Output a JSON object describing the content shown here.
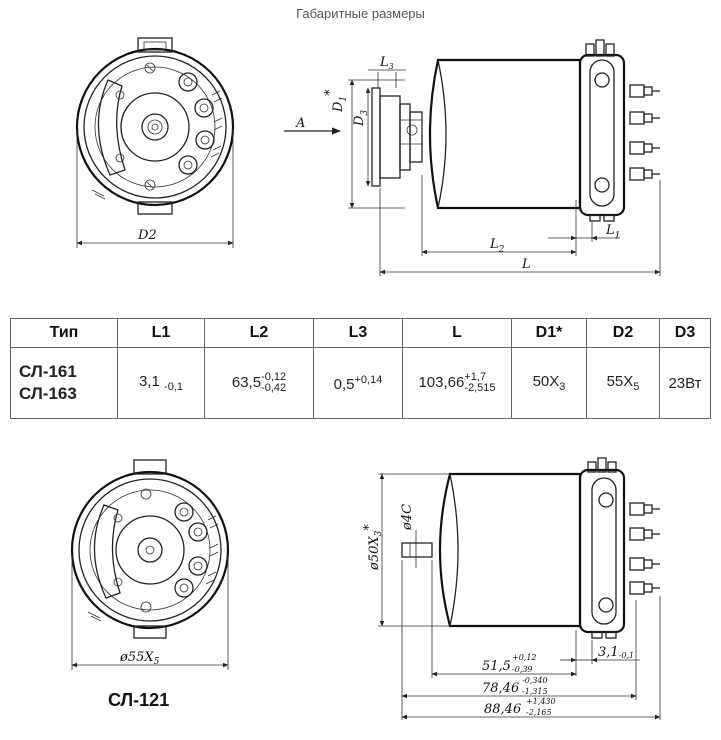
{
  "header": {
    "title": "Габаритные размеры"
  },
  "top_drawing": {
    "d2_label": "D2",
    "arrow_label": "A",
    "d1_label": "D",
    "d1_sub": "1",
    "d1_star": "*",
    "d3_label": "D",
    "d3_sub": "3",
    "l3_label": "L",
    "l3_sub": "3",
    "l2_label": "L",
    "l2_sub": "2",
    "l1_label": "L",
    "l1_sub": "1",
    "l_label": "L"
  },
  "table": {
    "headers": [
      "Тип",
      "L1",
      "L2",
      "L3",
      "L",
      "D1*",
      "D2",
      "D3"
    ],
    "row": {
      "type_line1": "СЛ-161",
      "type_line2": "СЛ-163",
      "l1_main": "3,1",
      "l1_low": "-0,1",
      "l2_main": "63,5",
      "l2_up": "-0,12",
      "l2_low": "-0,42",
      "l3_main": "0,5",
      "l3_up": "+0,14",
      "l_main": "103,66",
      "l_up": "+1,7",
      "l_low": "-2,515",
      "d1_main": "50X",
      "d1_sub": "3",
      "d2_main": "55X",
      "d2_sub": "5",
      "d3": "23Вт"
    }
  },
  "bottom_drawing": {
    "model_label": "СЛ-121",
    "d55_label": "ø55X",
    "d55_sub": "5",
    "d50_label": "ø50X",
    "d50_sub": "3",
    "d50_star": "*",
    "d4_label": "ø4C",
    "dim1_main": "51,5",
    "dim1_up": "+0,12",
    "dim1_low": "-0,39",
    "dim2_main": "78,46",
    "dim2_up": "-0,340",
    "dim2_low": "-1,315",
    "dim3_main": "88,46",
    "dim3_up": "+1,430",
    "dim3_low": "-2,165",
    "dim4_main": "3,1",
    "dim4_low": "-0,1"
  }
}
